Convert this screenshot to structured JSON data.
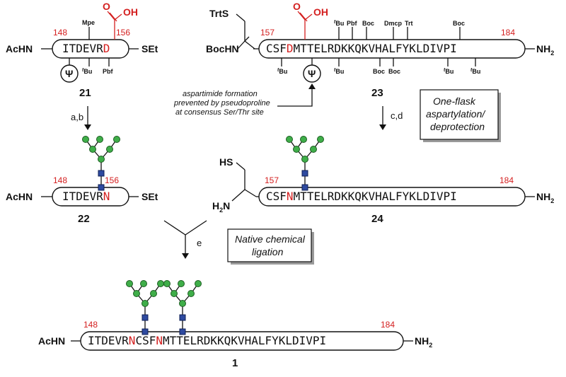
{
  "compound_21": {
    "number": "21",
    "n_term": "AcHN",
    "c_term": "SEt",
    "seq_main": "ITDEVR",
    "seq_red": "D",
    "start": "148",
    "end": "156",
    "acid": "OH",
    "top_pg": "Mpe",
    "pg_tbu": "Bu",
    "pg_pbf": "Pbf",
    "psi": "Ψ"
  },
  "compound_23": {
    "number": "23",
    "thiol_pg": "TrtS",
    "n_term": "BocHN",
    "c_term": "NH",
    "sub2": "2",
    "seq_a": "CSF",
    "seq_red": "D",
    "seq_b": "MTTELRDKKQKVHALFYKLDIVPI",
    "start": "157",
    "end": "184",
    "acid": "OH",
    "top_pgs": [
      "Bu",
      "Pbf",
      "Boc",
      "Dmcp",
      "Trt",
      "Boc"
    ],
    "bottom_pgs": [
      "Bu",
      "Bu",
      "Boc",
      "Boc",
      "Bu",
      "Bu"
    ],
    "psi": "Ψ"
  },
  "compound_22": {
    "number": "22",
    "n_term": "AcHN",
    "c_term": "SEt",
    "seq_main": "ITDEVR",
    "seq_red": "N",
    "start": "148",
    "end": "156"
  },
  "compound_24": {
    "number": "24",
    "thiol": "HS",
    "n_term": "H",
    "n_sub": "2",
    "n_n": "N",
    "c_term": "NH",
    "sub2": "2",
    "seq_a": "CSF",
    "seq_red": "N",
    "seq_b": "MTTELRDKKQKVHALFYKLDIVPI",
    "start": "157",
    "end": "184"
  },
  "compound_1": {
    "number": "1",
    "n_term": "AcHN",
    "c_term": "NH",
    "sub2": "2",
    "seq_a": "ITDEVR",
    "seq_red1": "N",
    "seq_b": "CSF",
    "seq_red2": "N",
    "seq_c": "MTTELRDKKQKVHALFYKLDIVPI",
    "start": "148",
    "end": "184"
  },
  "reactions": {
    "ab": "a,b",
    "cd": "c,d",
    "e": "e"
  },
  "annotation": {
    "line1": "aspartimide formation",
    "line2": "prevented by pseudoproline",
    "line3": "at consensus Ser/Thr site"
  },
  "box_one_flask": {
    "line1": "One-flask",
    "line2": "aspartylation/",
    "line3": "deprotection"
  },
  "box_ncl": {
    "line1": "Native chemical",
    "line2": "ligation"
  },
  "colors": {
    "highlight": "#d42020",
    "galactose": "#3fae49",
    "glcnac": "#2e4aa0"
  }
}
